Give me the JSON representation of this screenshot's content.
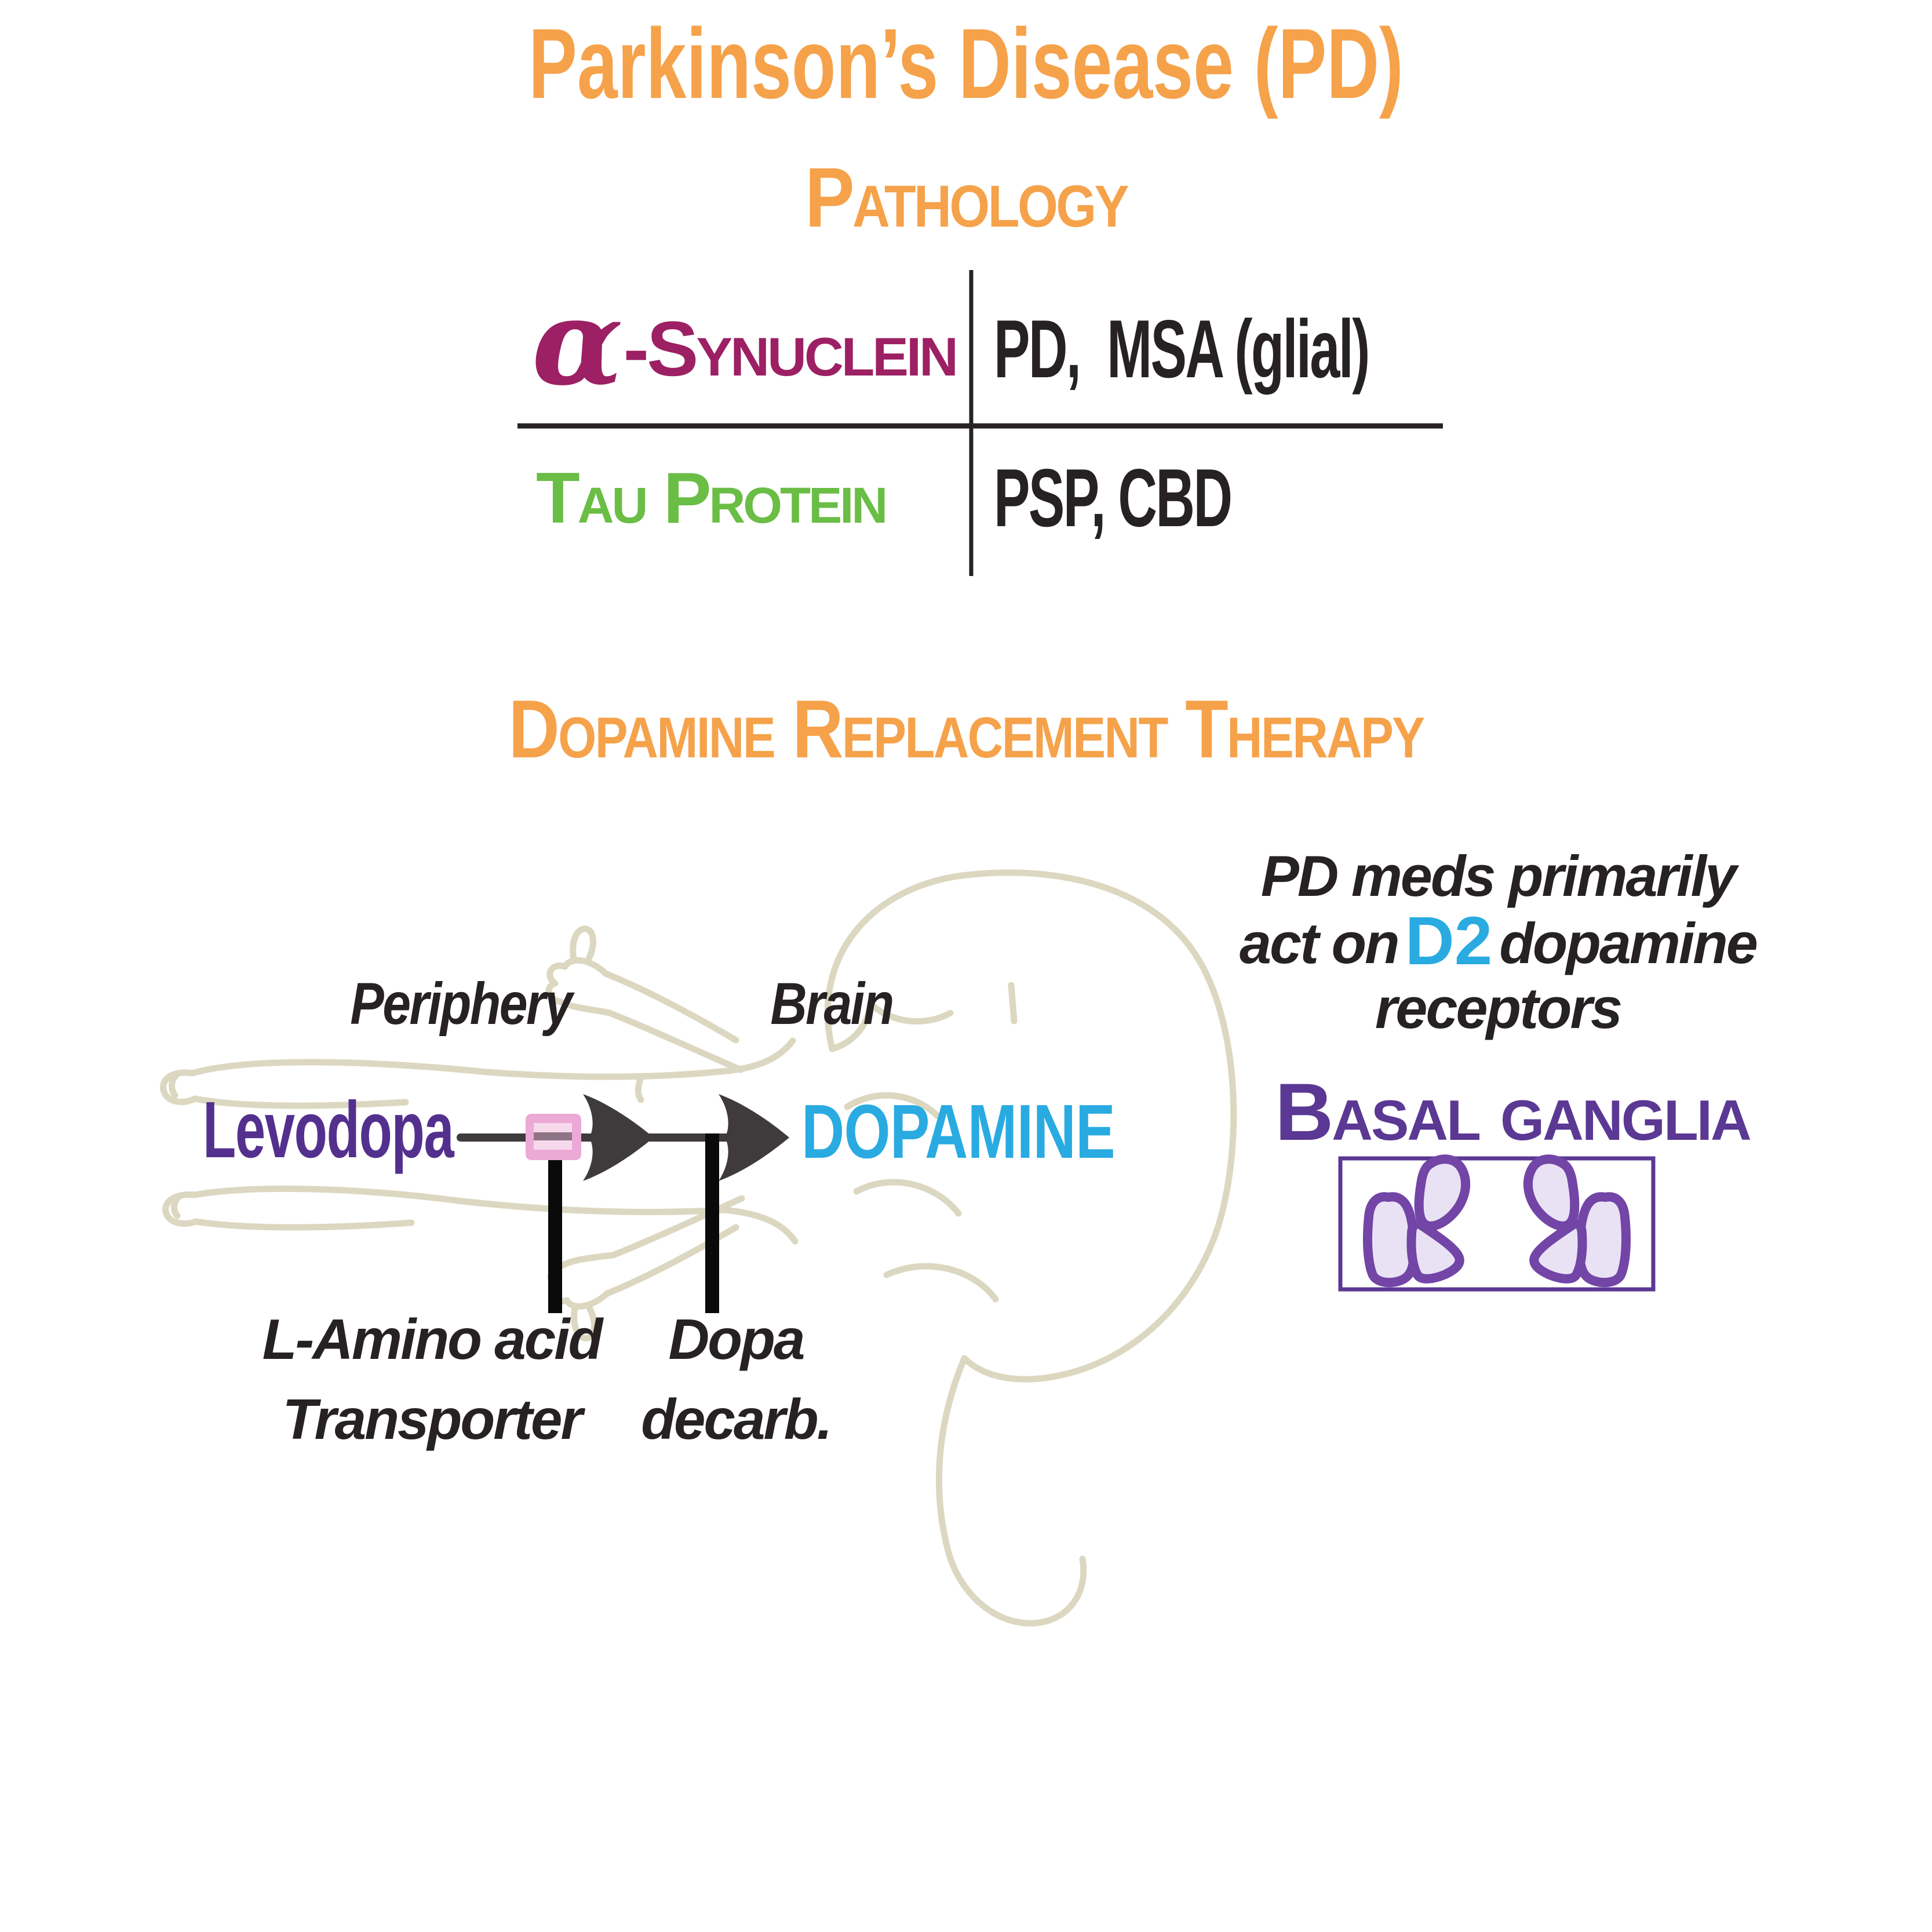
{
  "title": "Parkinson’s Disease (PD)",
  "pathology": {
    "heading": "Pathology",
    "rows": [
      {
        "label_alpha": "α",
        "label": "-Synuclein",
        "diseases": "PD,  MSA (glial)"
      },
      {
        "label": "Tau Protein",
        "diseases": "PSP, CBD"
      }
    ]
  },
  "therapy": {
    "heading": "Dopamine Replacement Therapy",
    "regions": {
      "periphery": "Periphery",
      "brain": "Brain"
    },
    "pathway": {
      "substrate": "Levodopa",
      "product": "DOPAMINE",
      "enzymes": [
        {
          "line1": "L-Amino acid",
          "line2": "Transporter"
        },
        {
          "line1": "Dopa",
          "line2": "decarb."
        }
      ]
    },
    "note": {
      "line1": "PD meds primarily",
      "line2_pre": "act on",
      "highlight": "D2",
      "line2_post": "dopamine",
      "line3": "receptors"
    },
    "basal_ganglia": {
      "label": "Basal ganglia"
    }
  },
  "colors": {
    "orange": "#F5A24B",
    "magenta": "#9C2063",
    "green": "#6ABD45",
    "ink": "#262122",
    "purple": "#54308E",
    "cyan": "#29ABE2",
    "violet": "#5B3893",
    "shape_stroke": "#7245A6",
    "shape_fill": "#E9E2F5",
    "pink": "#ECA9D6",
    "pink_light": "#F7D9EC",
    "mauve": "#8E7585",
    "sketch": "#DCD7C0",
    "arrow": "#3F3A3C",
    "black": "#0B0A0A"
  }
}
